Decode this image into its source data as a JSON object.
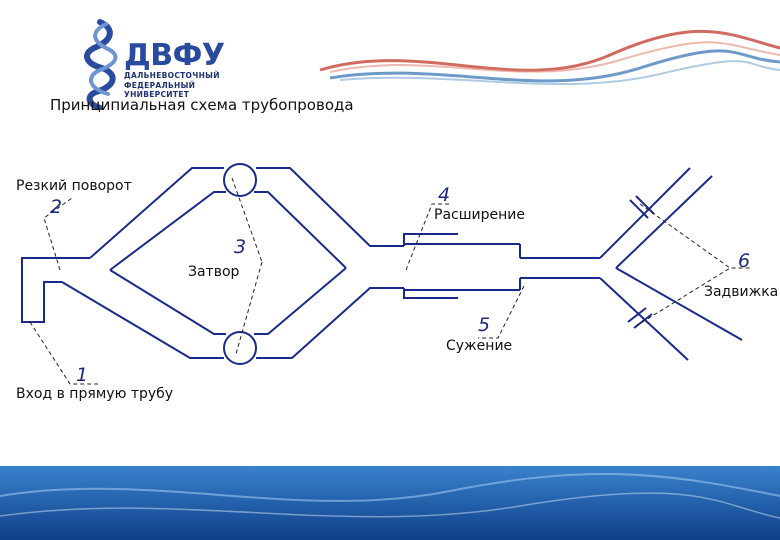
{
  "logo": {
    "name": "ДВФУ",
    "line1": "ДАЛЬНЕВОСТОЧНЫЙ",
    "line2": "ФЕДЕРАЛЬНЫЙ",
    "line3": "УНИВЕРСИТЕТ"
  },
  "title": "Принципиальная схема трубопровода",
  "labels": {
    "sharp_turn": "Резкий поворот",
    "gate": "Затвор",
    "expansion": "Расширение",
    "valve": "Задвижка",
    "contraction": "Сужение",
    "inlet": "Вход в прямую трубу"
  },
  "numbers": {
    "n1": "1",
    "n2": "2",
    "n3": "3",
    "n4": "4",
    "n5": "5",
    "n6": "6"
  },
  "colors": {
    "pipe": "#1a2a8c",
    "leader": "#222222",
    "wave_red": "#c0392b",
    "wave_blue": "#2f6fb0",
    "bottom_band": "#1f5fb0"
  }
}
